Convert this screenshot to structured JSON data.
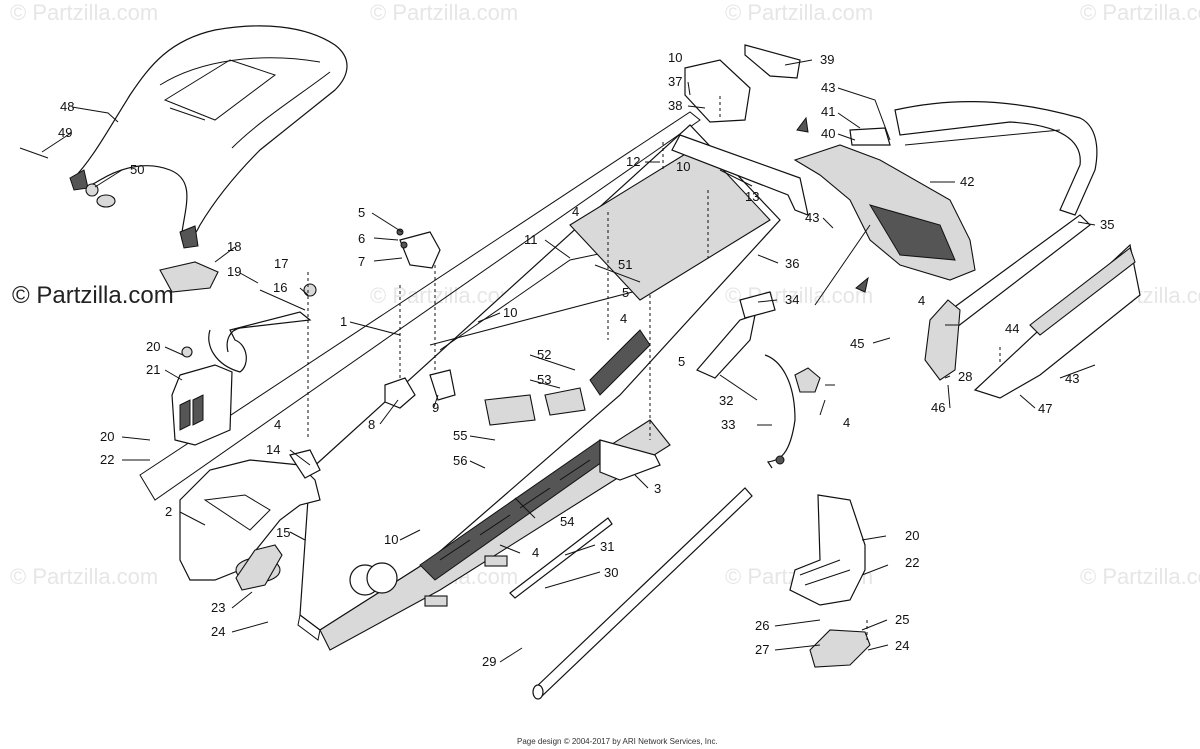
{
  "watermark": {
    "small": "© Partzilla.com",
    "main": "© Partzilla.com"
  },
  "footer": "Page design © 2004-2017 by ARI Network Services, Inc.",
  "callouts": [
    "1",
    "2",
    "3",
    "4",
    "5",
    "6",
    "7",
    "8",
    "9",
    "10",
    "11",
    "12",
    "13",
    "14",
    "15",
    "16",
    "17",
    "18",
    "19",
    "20",
    "21",
    "22",
    "23",
    "24",
    "25",
    "26",
    "27",
    "28",
    "29",
    "30",
    "31",
    "32",
    "33",
    "34",
    "35",
    "36",
    "37",
    "38",
    "39",
    "40",
    "41",
    "42",
    "43",
    "44",
    "45",
    "46",
    "47",
    "48",
    "49",
    "50",
    "51",
    "52",
    "53",
    "54",
    "55",
    "56"
  ]
}
